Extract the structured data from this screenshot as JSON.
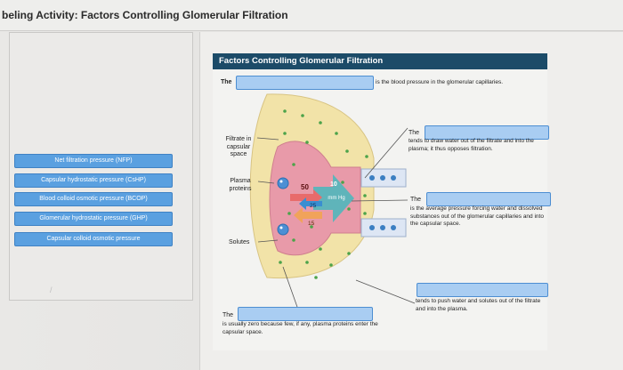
{
  "header": {
    "title": "beling Activity: Factors Controlling Glomerular Filtration"
  },
  "labels": [
    "Net filtration pressure (NFP)",
    "Capsular hydrostatic pressure (CsHP)",
    "Blood colloid osmotic pressure (BCOP)",
    "Glomerular hydrostatic pressure (GHP)",
    "Capsular colloid osmotic pressure"
  ],
  "diagram": {
    "title": "Factors Controlling Glomerular Filtration",
    "top_prefix": "The",
    "top_suffix": "is the blood pressure in the glomerular capillaries.",
    "filtrate": "Filtrate in capsular space",
    "plasma": "Plasma proteins",
    "solutes": "Solutes",
    "value_50": "50",
    "value_10": "10",
    "unit": "mm Hg",
    "value_25": "25",
    "value_15": "15",
    "right1_prefix": "The",
    "right1_text": "tends to draw water out of the filtrate and into the plasma; it thus opposes filtration.",
    "right2_prefix": "The",
    "right2_text": "is the average pressure forcing water and dissolved substances out of the glomerular capillaries and into the capsular space.",
    "right3_text": "tends to push water and solutes out of the filtrate and into the plasma.",
    "bottom_prefix": "The",
    "bottom_text": "is usually zero because few, if any, plasma proteins enter the capsular space."
  },
  "colors": {
    "title_bar": "#1c4b68",
    "label_button": "#5aa0e0",
    "drop_zone": "#a9cdf2",
    "capsule": "#f2e3a8",
    "capillary": "#e89aa9",
    "arrow": "#5fb4ba"
  }
}
